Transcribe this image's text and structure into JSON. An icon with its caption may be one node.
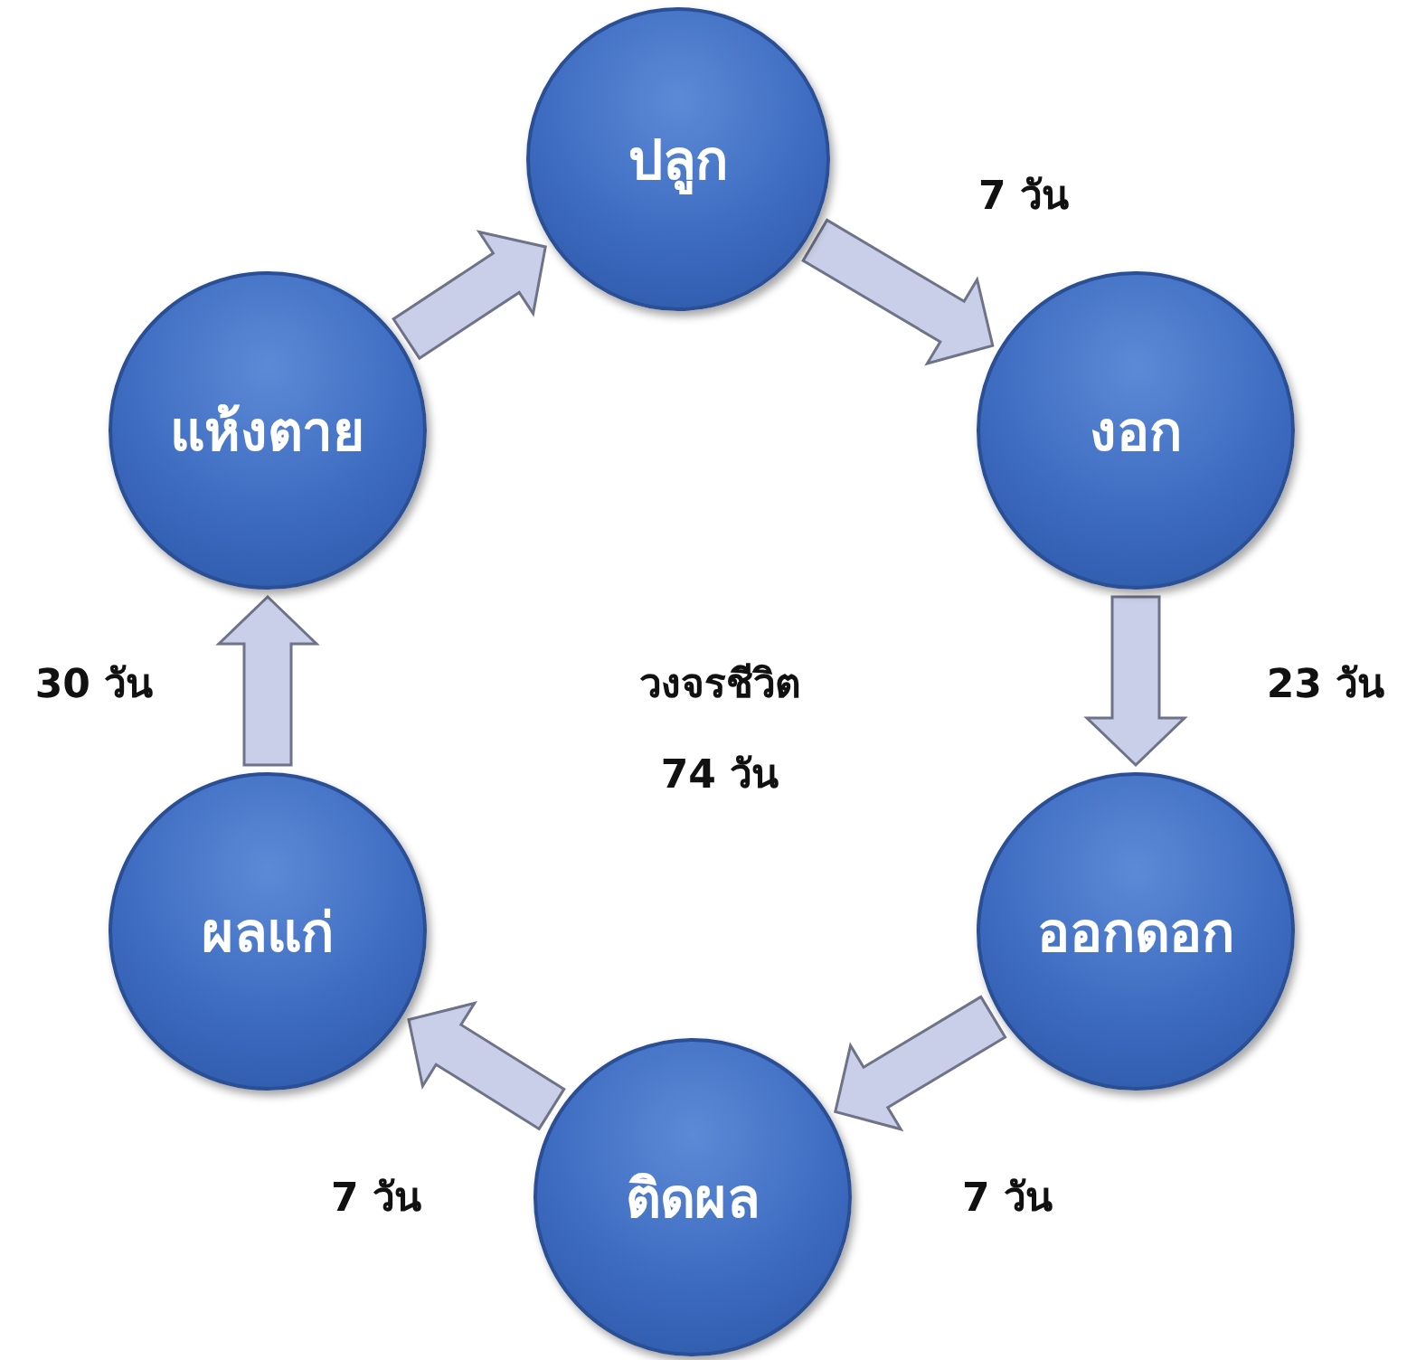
{
  "diagram": {
    "nodes": [
      {
        "text": [
          "ปลูก"
        ]
      },
      {
        "text": [
          "งอก"
        ]
      },
      {
        "text": [
          "ออกดอก"
        ]
      },
      {
        "text": [
          "ติดผล"
        ]
      },
      {
        "text": [
          "ผลแก่"
        ]
      },
      {
        "text": [
          "แห้งตาย"
        ]
      }
    ],
    "edges": [
      {
        "from": 0,
        "to": 1,
        "arrow": "to",
        "label": "7 วัน"
      },
      {
        "from": 1,
        "to": 2,
        "arrow": "to",
        "label": "23 วัน"
      },
      {
        "from": 2,
        "to": 3,
        "arrow": "to",
        "label": "7 วัน"
      },
      {
        "from": 3,
        "to": 4,
        "arrow": "to",
        "label": "7 วัน"
      },
      {
        "from": 4,
        "to": 5,
        "arrow": "to",
        "label": "30 วัน"
      },
      {
        "from": 5,
        "to": 0,
        "arrow": "to"
      }
    ],
    "labels": [
      "วงจรชีวิต",
      "74 วัน"
    ]
  }
}
